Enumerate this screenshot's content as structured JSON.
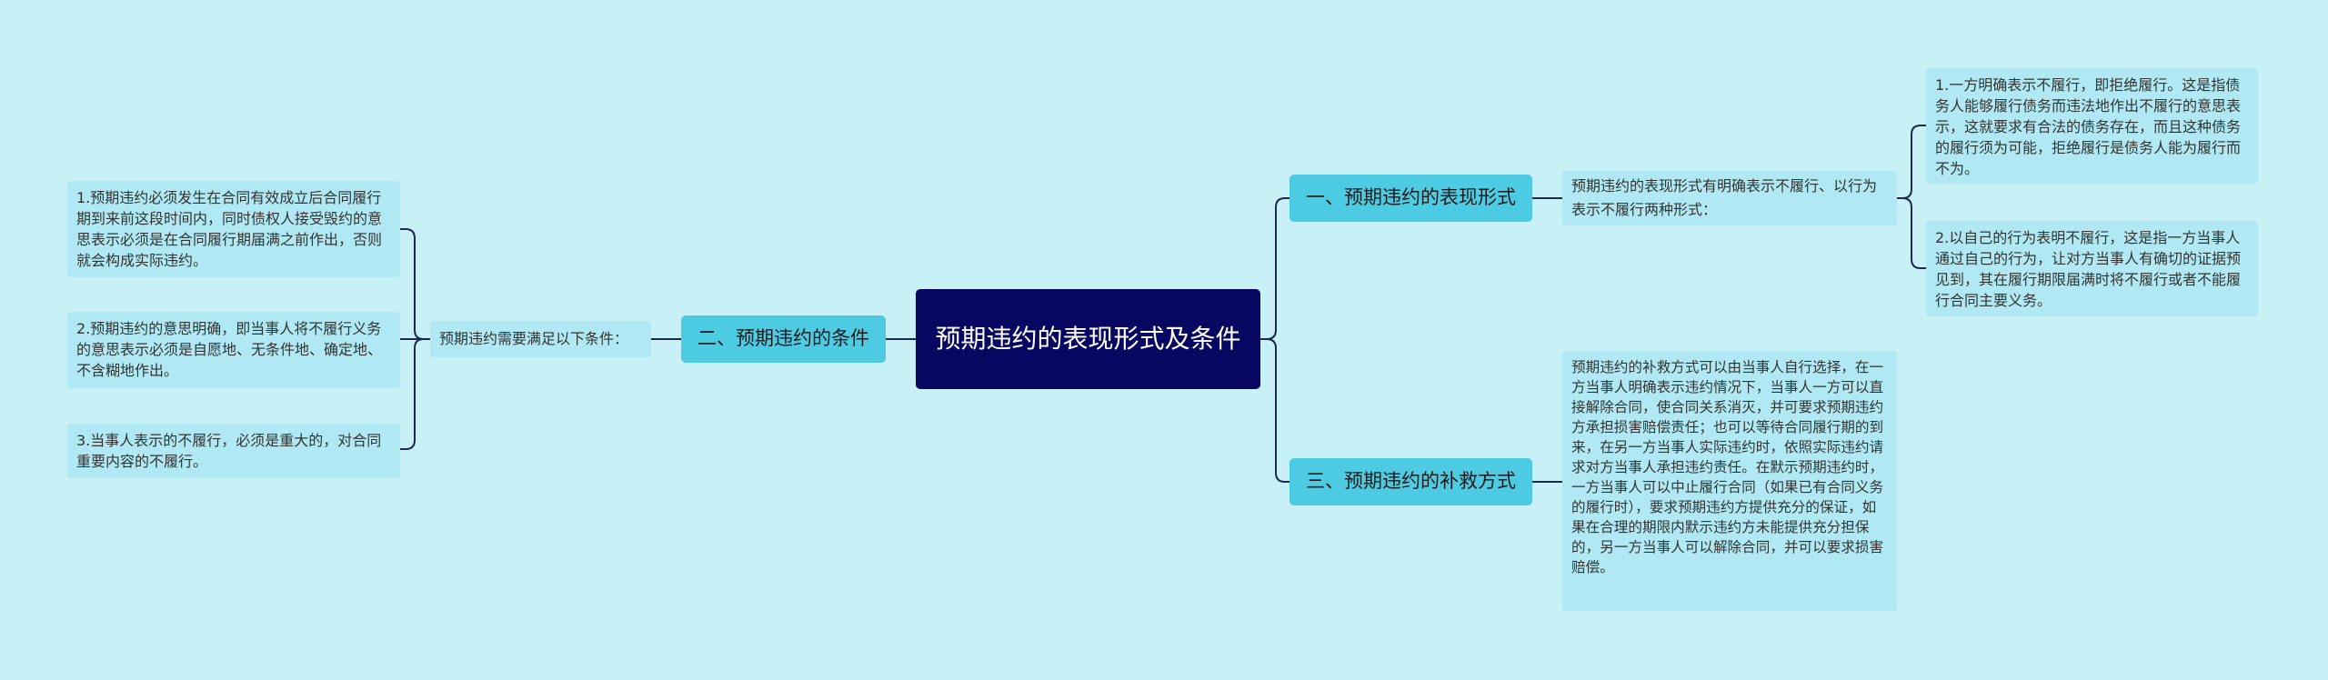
{
  "root": {
    "title": "预期违约的表现形式及条件"
  },
  "branches": {
    "b1": {
      "label": "一、预期违约的表现形式"
    },
    "b2": {
      "label": "二、预期违约的条件"
    },
    "b3": {
      "label": "三、预期违约的补救方式"
    }
  },
  "details": {
    "b1_desc": "预期违约的表现形式有明确表示不履行、以行为表示不履行两种形式：",
    "b1_items": [
      "1.一方明确表示不履行，即拒绝履行。这是指债务人能够履行债务而违法地作出不履行的意思表示，这就要求有合法的债务存在，而且这种债务的履行须为可能，拒绝履行是债务人能为履行而不为。",
      "2.以自己的行为表明不履行，这是指一方当事人通过自己的行为，让对方当事人有确切的证据预见到，其在履行期限届满时将不履行或者不能履行合同主要义务。"
    ],
    "b2_desc": "预期违约需要满足以下条件：",
    "b2_items": [
      "1.预期违约必须发生在合同有效成立后合同履行期到来前这段时间内，同时债权人接受毁约的意思表示必须是在合同履行期届满之前作出，否则就会构成实际违约。",
      "2.预期违约的意思明确，即当事人将不履行义务的意思表示必须是自愿地、无条件地、确定地、不含糊地作出。",
      "3.当事人表示的不履行，必须是重大的，对合同重要内容的不履行。"
    ],
    "b3_desc": "预期违约的补救方式可以由当事人自行选择，在一方当事人明确表示违约情况下，当事人一方可以直接解除合同，使合同关系消灭，并可要求预期违约方承担损害赔偿责任；也可以等待合同履行期的到来，在另一方当事人实际违约时，依照实际违约请求对方当事人承担违约责任。在默示预期违约时，一方当事人可以中止履行合同（如果已有合同义务的履行时），要求预期违约方提供充分的保证，如果在合理的期限内默示违约方未能提供充分担保的，另一方当事人可以解除合同，并可以要求损害赔偿。"
  },
  "colors": {
    "background": "#c8f0f7",
    "root_fill": "#070762",
    "branch_fill": "#4dcbe3",
    "detail_fill": "#b0e9f3",
    "connector": "#1a2a4a"
  }
}
